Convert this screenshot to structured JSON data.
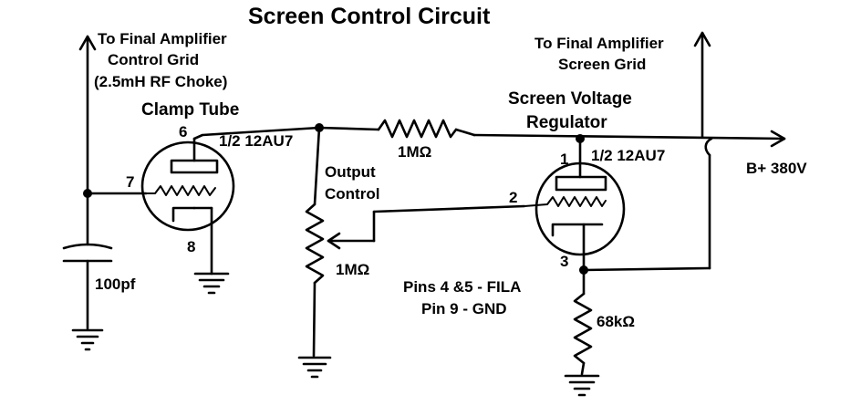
{
  "title": "Screen Control Circuit",
  "labels": {
    "grid_feed_1": "To Final Amplifier",
    "grid_feed_2": "Control Grid",
    "grid_feed_3": "(2.5mH RF Choke)",
    "screen_feed_1": "To Final Amplifier",
    "screen_feed_2": "Screen Grid",
    "clamp_tube": "Clamp Tube",
    "clamp_type": "1/2 12AU7",
    "regulator_1": "Screen Voltage",
    "regulator_2": "Regulator",
    "regulator_type": "1/2 12AU7",
    "output_control_1": "Output",
    "output_control_2": "Control",
    "series_resistor": "1MΩ",
    "pot_value": "1MΩ",
    "cathode_resistor": "68kΩ",
    "capacitor": "100pf",
    "supply": "B+ 380V",
    "note_1": "Pins 4 &5 - FILA",
    "note_2": "Pin 9 - GND"
  },
  "pins": {
    "clamp_plate": "6",
    "clamp_grid": "7",
    "clamp_cathode": "8",
    "reg_plate": "1",
    "reg_grid": "2",
    "reg_cathode": "3"
  }
}
